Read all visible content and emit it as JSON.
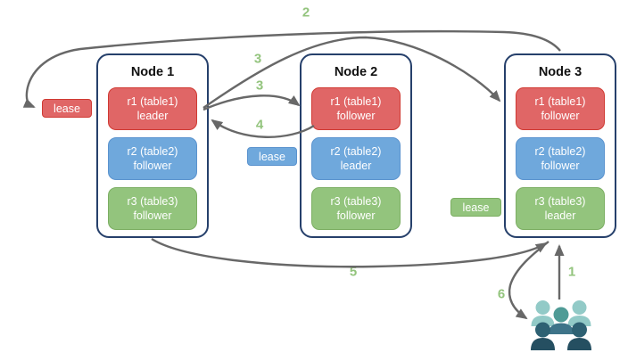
{
  "diagram": {
    "type": "distributed-database-replication-diagram",
    "nodes": [
      {
        "title": "Node 1",
        "replicas": [
          {
            "name": "r1 (table1)",
            "role": "leader",
            "color": "#E06666"
          },
          {
            "name": "r2 (table2)",
            "role": "follower",
            "color": "#6FA8DC"
          },
          {
            "name": "r3 (table3)",
            "role": "follower",
            "color": "#93C47D"
          }
        ]
      },
      {
        "title": "Node 2",
        "replicas": [
          {
            "name": "r1 (table1)",
            "role": "follower",
            "color": "#E06666"
          },
          {
            "name": "r2 (table2)",
            "role": "leader",
            "color": "#6FA8DC"
          },
          {
            "name": "r3 (table3)",
            "role": "follower",
            "color": "#93C47D"
          }
        ]
      },
      {
        "title": "Node 3",
        "replicas": [
          {
            "name": "r1 (table1)",
            "role": "follower",
            "color": "#E06666"
          },
          {
            "name": "r2 (table2)",
            "role": "follower",
            "color": "#6FA8DC"
          },
          {
            "name": "r3 (table3)",
            "role": "leader",
            "color": "#93C47D"
          }
        ]
      }
    ],
    "leases": [
      {
        "label": "lease",
        "color": "#E06666"
      },
      {
        "label": "lease",
        "color": "#6FA8DC"
      },
      {
        "label": "lease",
        "color": "#93C47D"
      }
    ],
    "step_labels": {
      "one": "1",
      "two": "2",
      "three_a": "3",
      "three_b": "3",
      "four": "4",
      "five": "5",
      "six": "6"
    },
    "icons": {
      "users": "users-group-icon"
    },
    "colors": {
      "node_border": "#26406B",
      "replica_red": "#E06666",
      "replica_red_border": "#D03A33",
      "replica_blue": "#6FA8DC",
      "replica_blue_border": "#5B93CE",
      "replica_green": "#93C47D",
      "replica_green_border": "#7CAE63",
      "arrow": "#686868",
      "step_label": "#93C47D",
      "users_light": "#92CAC7",
      "users_mid_head": "#4F9B96",
      "users_mid_body": "#3E7489",
      "users_dark_head": "#2E6173",
      "users_dark_body": "#254F61"
    }
  }
}
